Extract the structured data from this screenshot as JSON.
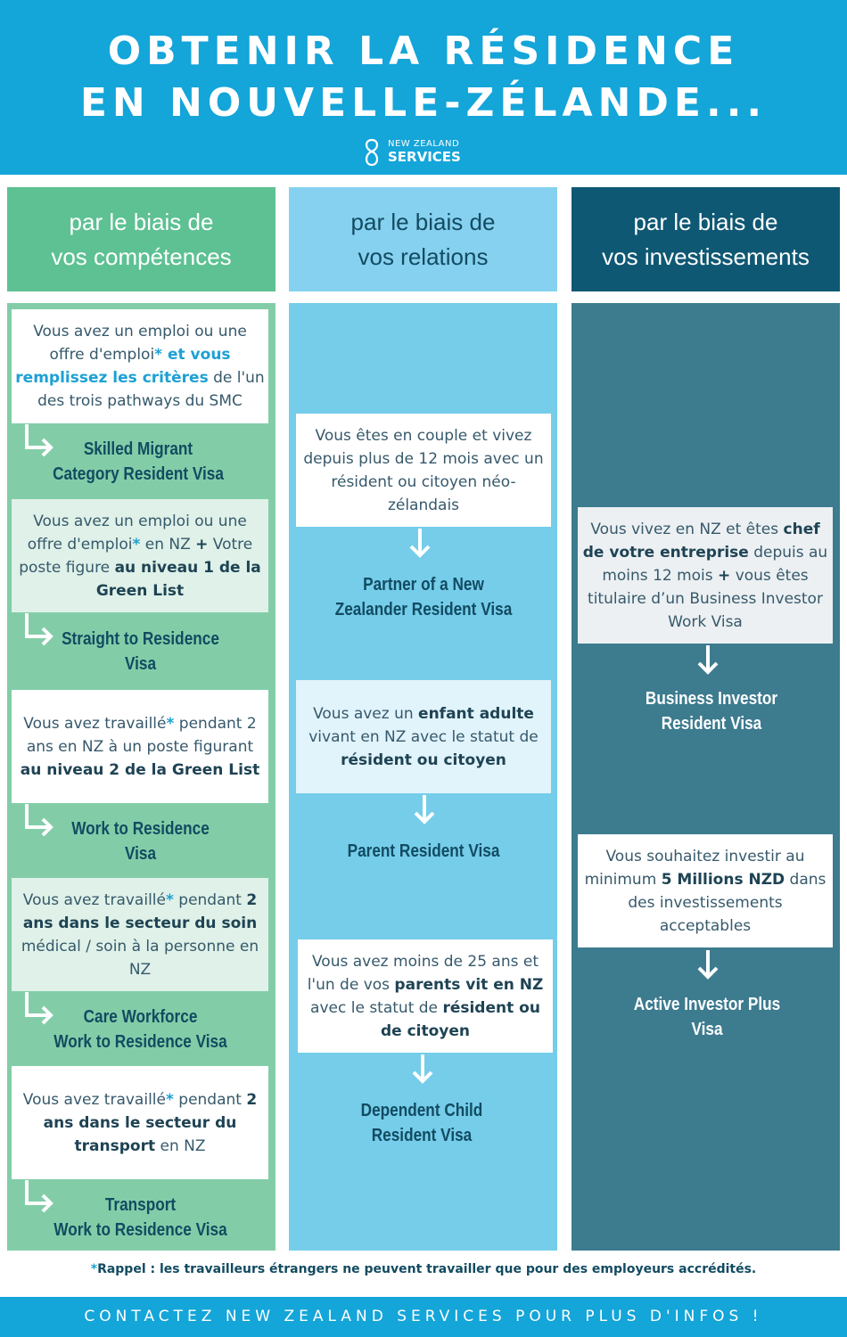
{
  "header": {
    "title_line1": "OBTENIR LA RÉSIDENCE",
    "title_line2": "EN NOUVELLE-ZÉLANDE...",
    "logo_line1": "NEW ZEALAND",
    "logo_line2": "SERVICES"
  },
  "columns": [
    {
      "head_line1": "par le biais de",
      "head_line2": "vos compétences",
      "items": [
        {
          "parts": [
            {
              "t": "Vous avez un emploi ou une offre d'emploi",
              "s": ""
            },
            {
              "t": "* et vous remplissez les critères",
              "s": "hl-blue"
            },
            {
              "t": " de l'un des trois pathways du SMC",
              "s": ""
            }
          ],
          "visa_line1": "Skilled Migrant",
          "visa_line2": "Category Resident Visa"
        },
        {
          "parts": [
            {
              "t": "Vous avez un emploi ou une offre d'emploi",
              "s": ""
            },
            {
              "t": "*",
              "s": "hl-blue"
            },
            {
              "t": " en NZ ",
              "s": ""
            },
            {
              "t": "+",
              "s": "hl-dark"
            },
            {
              "t": " Votre poste figure ",
              "s": ""
            },
            {
              "t": "au niveau 1 de la Green List",
              "s": "hl-dark"
            }
          ],
          "visa_line1": "Straight to Residence",
          "visa_line2": "Visa"
        },
        {
          "parts": [
            {
              "t": "Vous avez travaillé",
              "s": ""
            },
            {
              "t": "*",
              "s": "hl-blue"
            },
            {
              "t": " pendant 2 ans en NZ à un poste figurant ",
              "s": ""
            },
            {
              "t": "au niveau 2 de la Green List",
              "s": "hl-dark"
            }
          ],
          "visa_line1": "Work to Residence",
          "visa_line2": "Visa"
        },
        {
          "parts": [
            {
              "t": "Vous avez travaillé",
              "s": ""
            },
            {
              "t": "*",
              "s": "hl-blue"
            },
            {
              "t": " pendant ",
              "s": ""
            },
            {
              "t": "2 ans dans le secteur du soin",
              "s": "hl-dark"
            },
            {
              "t": " médical / soin à la personne en NZ",
              "s": ""
            }
          ],
          "visa_line1": "Care Workforce",
          "visa_line2": "Work to Residence Visa"
        },
        {
          "parts": [
            {
              "t": "Vous avez travaillé",
              "s": ""
            },
            {
              "t": "*",
              "s": "hl-blue"
            },
            {
              "t": " pendant ",
              "s": ""
            },
            {
              "t": "2 ans dans le secteur du transport",
              "s": "hl-dark"
            },
            {
              "t": " en NZ",
              "s": ""
            }
          ],
          "visa_line1": "Transport",
          "visa_line2": "Work to Residence Visa"
        }
      ]
    },
    {
      "head_line1": "par le biais de",
      "head_line2": "vos relations",
      "items": [
        {
          "parts": [
            {
              "t": "Vous êtes en couple et vivez depuis plus de 12 mois avec un résident ou citoyen néo-zélandais",
              "s": ""
            }
          ],
          "visa_line1": "Partner of a New",
          "visa_line2": "Zealander Resident Visa"
        },
        {
          "parts": [
            {
              "t": "Vous avez un ",
              "s": ""
            },
            {
              "t": "enfant adulte",
              "s": "hl-dark"
            },
            {
              "t": " vivant en NZ avec le statut de ",
              "s": ""
            },
            {
              "t": "résident ou citoyen",
              "s": "hl-dark"
            }
          ],
          "visa_line1": "Parent Resident Visa",
          "visa_line2": ""
        },
        {
          "parts": [
            {
              "t": "Vous avez moins de 25 ans et l'un de vos ",
              "s": ""
            },
            {
              "t": "parents vit en NZ",
              "s": "hl-dark"
            },
            {
              "t": " avec le statut de ",
              "s": ""
            },
            {
              "t": "résident ou de citoyen",
              "s": "hl-dark"
            }
          ],
          "visa_line1": "Dependent Child",
          "visa_line2": "Resident Visa"
        }
      ]
    },
    {
      "head_line1": "par le biais de",
      "head_line2": "vos investissements",
      "items": [
        {
          "parts": [
            {
              "t": "Vous vivez en NZ et êtes ",
              "s": ""
            },
            {
              "t": "chef de votre entreprise",
              "s": "hl-dark"
            },
            {
              "t": " depuis au moins 12 mois ",
              "s": ""
            },
            {
              "t": "+",
              "s": "hl-dark"
            },
            {
              "t": " vous êtes titulaire d’un Business Investor Work Visa",
              "s": ""
            }
          ],
          "visa_line1": "Business Investor",
          "visa_line2": "Resident Visa"
        },
        {
          "parts": [
            {
              "t": "Vous souhaitez investir au minimum ",
              "s": ""
            },
            {
              "t": "5 Millions NZD",
              "s": "hl-dark"
            },
            {
              "t": " dans des investissements acceptables",
              "s": ""
            }
          ],
          "visa_line1": "Active Investor Plus",
          "visa_line2": "Visa"
        }
      ]
    }
  ],
  "footnote_star": "*",
  "footnote_text": "Rappel : les travailleurs étrangers ne peuvent travailler que pour des employeurs accrédités.",
  "footer_text": "CONTACTEZ NEW ZEALAND SERVICES POUR PLUS D'INFOS !",
  "colors": {
    "brand_blue": "#14a5d9",
    "green_head": "#5dc193",
    "green_body": "#82cda8",
    "skyblue_head": "#86d1ef",
    "skyblue_body": "#75cdea",
    "teal_head": "#0f5873",
    "teal_body": "#3d7b8f",
    "dark_text": "#124b61",
    "accent_text": "#1ea0d4"
  }
}
